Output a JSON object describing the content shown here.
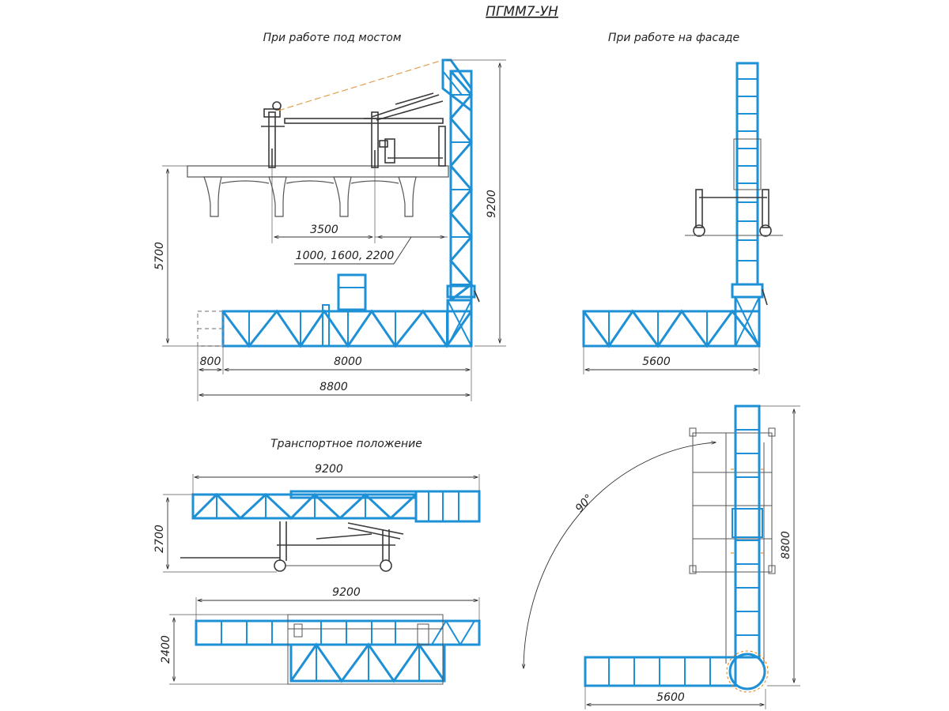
{
  "title": "ПГММ7-УН",
  "views": {
    "under_bridge": "При работе под мостом",
    "facade": "При работе на фасаде",
    "transport": "Транспортное положение"
  },
  "dimensions": {
    "d9200_vertical": "9200",
    "d5700": "5700",
    "d3500": "3500",
    "d_offsets": "1000, 1600, 2200",
    "d800": "800",
    "d8000": "8000",
    "d8800_horizontal": "8800",
    "d5600_facade": "5600",
    "d9200_transport_side": "9200",
    "d2700": "2700",
    "d9200_transport_top": "9200",
    "d2400": "2400",
    "d_angle": "90°",
    "d8800_vertical": "8800",
    "d5600_top": "5600"
  },
  "colors": {
    "truss": "#1e90d6",
    "linework": "#3a3a3a",
    "guide": "#e0a050"
  }
}
